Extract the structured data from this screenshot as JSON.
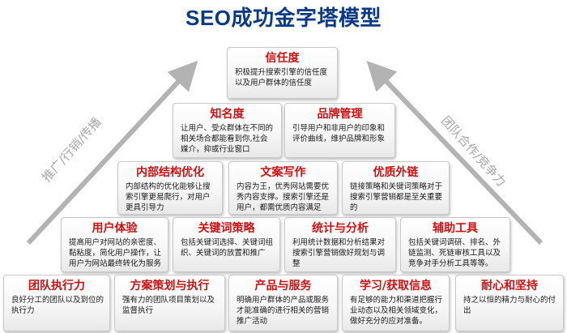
{
  "title": "SEO成功金字塔模型",
  "arrows": {
    "left_label": "推广/行销/传播",
    "right_label": "团队合作/竞争力",
    "color": "#b3b3b3"
  },
  "rows": [
    [
      {
        "heading": "信任度",
        "desc": "积极提升搜索引擎的信任度以及用户群体的信任度"
      }
    ],
    [
      {
        "heading": "知名度",
        "desc": "让用户、受众群体在不同的相关场合都能看到你,社会媒介，抑或行业窗口"
      },
      {
        "heading": "品牌管理",
        "desc": "引导用户和非用户的印象和评价曲线，维护品牌和形象"
      }
    ],
    [
      {
        "heading": "内部结构优化",
        "desc": "内部结构的优化能够让搜索引擎更易爬行，对用户更具引导力"
      },
      {
        "heading": "文案写作",
        "desc": "内容为王，优秀网站需要优秀内容支撑。搜索引擎还是用户，都需优质内容满足"
      },
      {
        "heading": "优质外链",
        "desc": "链接策略和关键词策略对于搜索引擎营销都是至关重要的"
      }
    ],
    [
      {
        "heading": "用户体验",
        "desc": "提高用户对网站的亲密度、黏粘度，简化用户操作，让用户为网站最终转化为服务"
      },
      {
        "heading": "关键词策略",
        "desc": "包括关键词选择、关键词组织、关键词的放置和推广"
      },
      {
        "heading": "统计与分析",
        "desc": "利用统计数据和分析结果对搜索引擎营销做好规划与调整"
      },
      {
        "heading": "辅助工具",
        "desc": "包括关键词调研、排名、外链监测、死链审核工具以及竞争对手分析工具等等。"
      }
    ],
    [
      {
        "heading": "团队执行力",
        "desc": "良好分工的团队以及到位的执行力"
      },
      {
        "heading": "方案策划与执行",
        "desc": "强有力的团队项目策划以及监督执行"
      },
      {
        "heading": "产品与服务",
        "desc": "明确用户群体的产品或服务才能准确的进行相关的营销推广活动"
      },
      {
        "heading": "学习/获取信息",
        "desc": "有足够的能力和渠道把握行业动态以及相关领域变化，做好充分的应对准备。"
      },
      {
        "heading": "耐心和坚持",
        "desc": "持之以恒的精力与耐心的付出"
      }
    ]
  ]
}
